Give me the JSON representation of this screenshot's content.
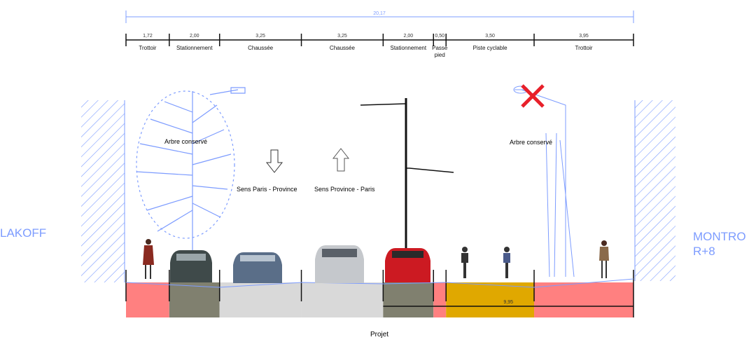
{
  "total_width": "20,17",
  "segments": [
    {
      "value": 1.72,
      "dim": "1,72",
      "label": "Trottoir",
      "fill": "#ff8080"
    },
    {
      "value": 2.0,
      "dim": "2,00",
      "label": "Stationnement",
      "fill": "#80806f"
    },
    {
      "value": 3.25,
      "dim": "3,25",
      "label": "Chaussée",
      "fill": "#d9d9d9"
    },
    {
      "value": 3.25,
      "dim": "3,25",
      "label": "Chaussée",
      "fill": "#d9d9d9"
    },
    {
      "value": 2.0,
      "dim": "2,00",
      "label": "Stationnement",
      "fill": "#80806f"
    },
    {
      "value": 0.5,
      "dim": "0,50",
      "label": "Passe pied",
      "fill": "#ff8080"
    },
    {
      "value": 3.5,
      "dim": "3,50",
      "label": "Piste cyclable",
      "fill": "#e0a800"
    },
    {
      "value": 3.95,
      "dim": "3,95",
      "label": "Trottoir",
      "fill": "#ff8080"
    }
  ],
  "bottom_dim": "9,95",
  "annotations": {
    "tree_left": "Arbre conservé",
    "tree_right": "Arbre conservé",
    "dir_down": "Sens Paris - Province",
    "dir_up": "Sens Province - Paris"
  },
  "left_city": "LAKOFF",
  "right_city": "MONTRO",
  "right_height": "R+8",
  "caption": "Projet",
  "colors": {
    "blue": "#7d9cff",
    "cross": "#e8202a"
  }
}
